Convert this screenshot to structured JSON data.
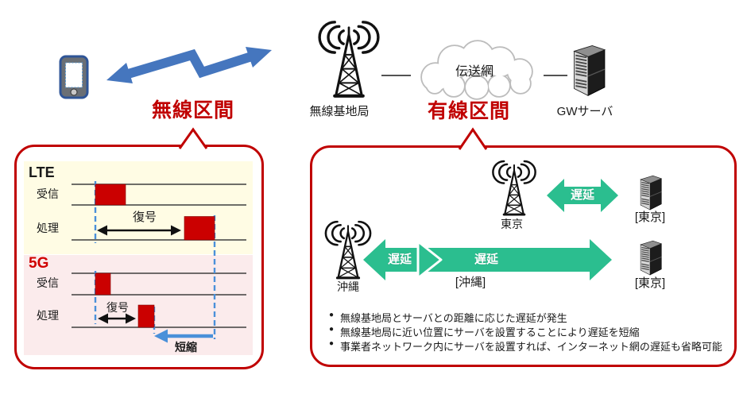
{
  "colors": {
    "accent_red": "#C00000",
    "bar_red": "#CB0000",
    "link_blue": "#4576BE",
    "guide_blue": "#4A90D9",
    "delay_green": "#2BBE8F",
    "lte_bg": "#FFFCE4",
    "g5_bg": "#FBEBEC",
    "cloud_gray": "#BCBCBC"
  },
  "top": {
    "wireless_section_label": "無線区間",
    "wired_section_label": "有線区間",
    "base_station_label": "無線基地局",
    "cloud_label": "伝送網",
    "gw_server_label": "GWサーバ"
  },
  "timing_box": {
    "lte": {
      "title": "LTE",
      "rx_label": "受信",
      "proc_label": "処理",
      "decode_label": "復号"
    },
    "g5": {
      "title": "5G",
      "rx_label": "受信",
      "proc_label": "処理",
      "decode_label": "復号",
      "shorten_label": "短縮"
    }
  },
  "delay_box": {
    "tokyo_row": {
      "station_label": "東京",
      "delay_label": "遅延",
      "server_label": "[東京]"
    },
    "okinawa_row": {
      "station_label": "沖縄",
      "delay_label_near": "遅延",
      "delay_label_far": "遅延",
      "placement_label": "[沖縄]",
      "server_label": "[東京]"
    },
    "bullet_marker": "●",
    "bullets": [
      "無線基地局とサーバとの距離に応じた遅延が発生",
      "無線基地局に近い位置にサーバを設置することにより遅延を短縮",
      "事業者ネットワーク内にサーバを設置すれば、インターネット網の遅延も省略可能"
    ]
  }
}
